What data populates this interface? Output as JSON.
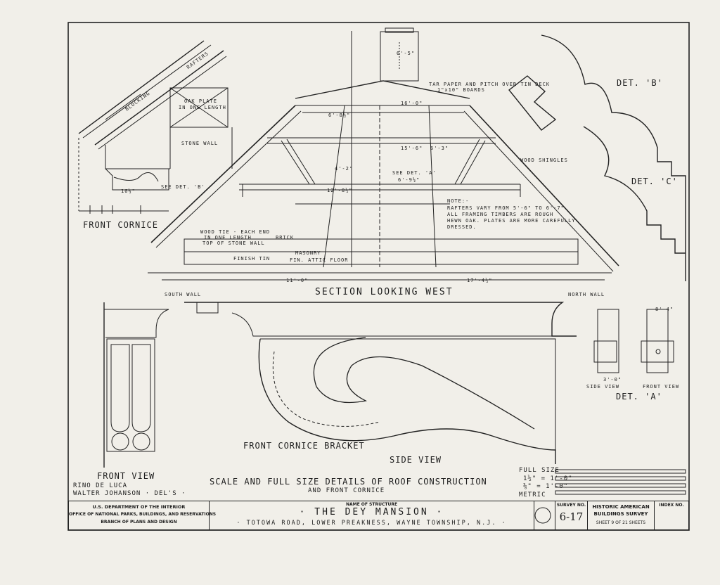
{
  "labels": {
    "rafters": "RAFTERS",
    "blocking": "BLOCKING",
    "oak_plate": "OAK PLATE",
    "in_one_length": "IN ONE LENGTH",
    "stone_wall": "STONE WALL",
    "see_det_b": "SEE DET. 'B'",
    "front_cornice": "FRONT CORNICE",
    "tar_paper": "TAR PAPER AND PITCH OVER TIN DECK",
    "boards": "1\"x10\" BOARDS",
    "wood_shingles": "WOOD SHINGLES",
    "see_det_a": "SEE DET. 'A'",
    "note_title": "NOTE:-",
    "note_1": "RAFTERS VARY FROM 5'-6\" TO 6'-7\".",
    "note_2": "ALL FRAMING TIMBERS ARE ROUGH",
    "note_3": "HEWN OAK. PLATES ARE MORE CAREFULLY",
    "note_4": "DRESSED.",
    "wood_tie": "WOOD TIE - EACH END",
    "wood_tie_2": "IN ONE LENGTH",
    "top_stone_wall": "TOP OF STONE WALL",
    "brick": "BRICK",
    "masonry": "MASONRY",
    "finish_tin": "FINISH TIN",
    "fin_attic": "FIN. ATTIC FLOOR",
    "south_wall": "SOUTH WALL",
    "north_wall": "NORTH WALL",
    "section_title": "SECTION LOOKING WEST",
    "det_b": "DET. 'B'",
    "det_c": "DET. 'C'",
    "det_a": "DET. 'A'",
    "side_view_a": "SIDE VIEW",
    "front_view_a": "FRONT VIEW",
    "bracket_title": "FRONT CORNICE BRACKET",
    "side_view": "SIDE VIEW",
    "front_view": "FRONT VIEW",
    "delin_1": "RINO DE LUCA",
    "delin_2": "WALTER JOHANSON · DEL'S ·",
    "sheet_title_1": "SCALE AND FULL SIZE DETAILS OF ROOF CONSTRUCTION",
    "sheet_title_2": "AND FRONT CORNICE",
    "full_size": "FULL SIZE",
    "scale_1": "1½\" = 1'-0\"",
    "scale_2": "⅜\" = 1'-0\"",
    "metric": "METRIC"
  },
  "dimensions": [
    "6'-5\"",
    "6'-8½\"",
    "16'-0\"",
    "15'-6\"",
    "6'-3\"",
    "6'-9½\"",
    "12'-8½\"",
    "4'-2\"",
    "11'-0\"",
    "17'-4½\"",
    "8'-4\"",
    "3'-0\"",
    "10½\""
  ],
  "title_block": {
    "agency_1": "U.S. DEPARTMENT OF THE INTERIOR",
    "agency_2": "OFFICE OF NATIONAL PARKS, BUILDINGS, AND RESERVATIONS",
    "agency_3": "BRANCH OF PLANS AND DESIGN",
    "name_label": "NAME OF STRUCTURE",
    "name": "· THE DEY MANSION ·",
    "address": "· TOTOWA ROAD, LOWER PREAKNESS, WAYNE TOWNSHIP, N.J. ·",
    "survey_label": "SURVEY NO.",
    "survey_no": "6-17",
    "habs_1": "HISTORIC AMERICAN",
    "habs_2": "BUILDINGS SURVEY",
    "sheet_info": "SHEET 9 OF 21 SHEETS",
    "index_label": "INDEX NO."
  },
  "colors": {
    "paper": "#f1efe9",
    "ink": "#1b1b1b"
  }
}
